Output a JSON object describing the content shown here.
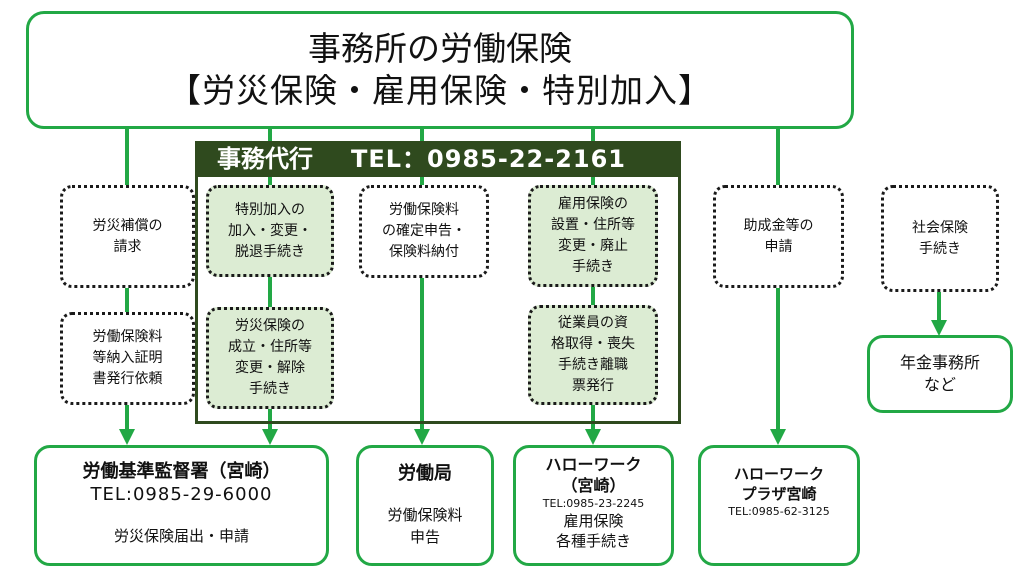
{
  "top": {
    "line1": "事務所の労働保険",
    "line2": "【労災保険・雇用保険・特別加入】"
  },
  "agency": {
    "label": "事務代行",
    "tel": "TEL：0985-22-2161"
  },
  "procedures": {
    "rousai_claim": "労災補償の\n請求",
    "certificate": "労働保険料\n等納入証明\n書発行依頼",
    "tokubetsu": "特別加入の\n加入・変更・\n脱退手続き",
    "rousai_setup": "労災保険の\n成立・住所等\n変更・解除\n手続き",
    "premium": "労働保険料\nの確定申告・\n保険料納付",
    "koyou_setup": "雇用保険の\n設置・住所等\n変更・廃止\n手続き",
    "employee": "従業員の資\n格取得・喪失\n手続き離職\n票発行",
    "subsidy": "助成金等の\n申請",
    "social": "社会保険\n手続き"
  },
  "offices": {
    "kantoku": {
      "name": "労働基準監督署（宮崎）",
      "tel": "TEL:0985-29-6000",
      "desc": "労災保険届出・申請"
    },
    "roudoukyoku": {
      "name": "労働局",
      "desc": "労働保険料\n申告"
    },
    "hellowork": {
      "name": "ハローワーク\n（宮崎）",
      "tel": "TEL:0985-23-2245",
      "desc": "雇用保険\n各種手続き"
    },
    "plaza": {
      "name": "ハローワーク\nプラザ宮崎",
      "tel": "TEL:0985-62-3125"
    },
    "nenkin": {
      "name": "年金事務所\nなど"
    }
  },
  "colors": {
    "green": "#22a845",
    "dark_green": "#2f4a1e",
    "light_green": "#dcecd3"
  }
}
